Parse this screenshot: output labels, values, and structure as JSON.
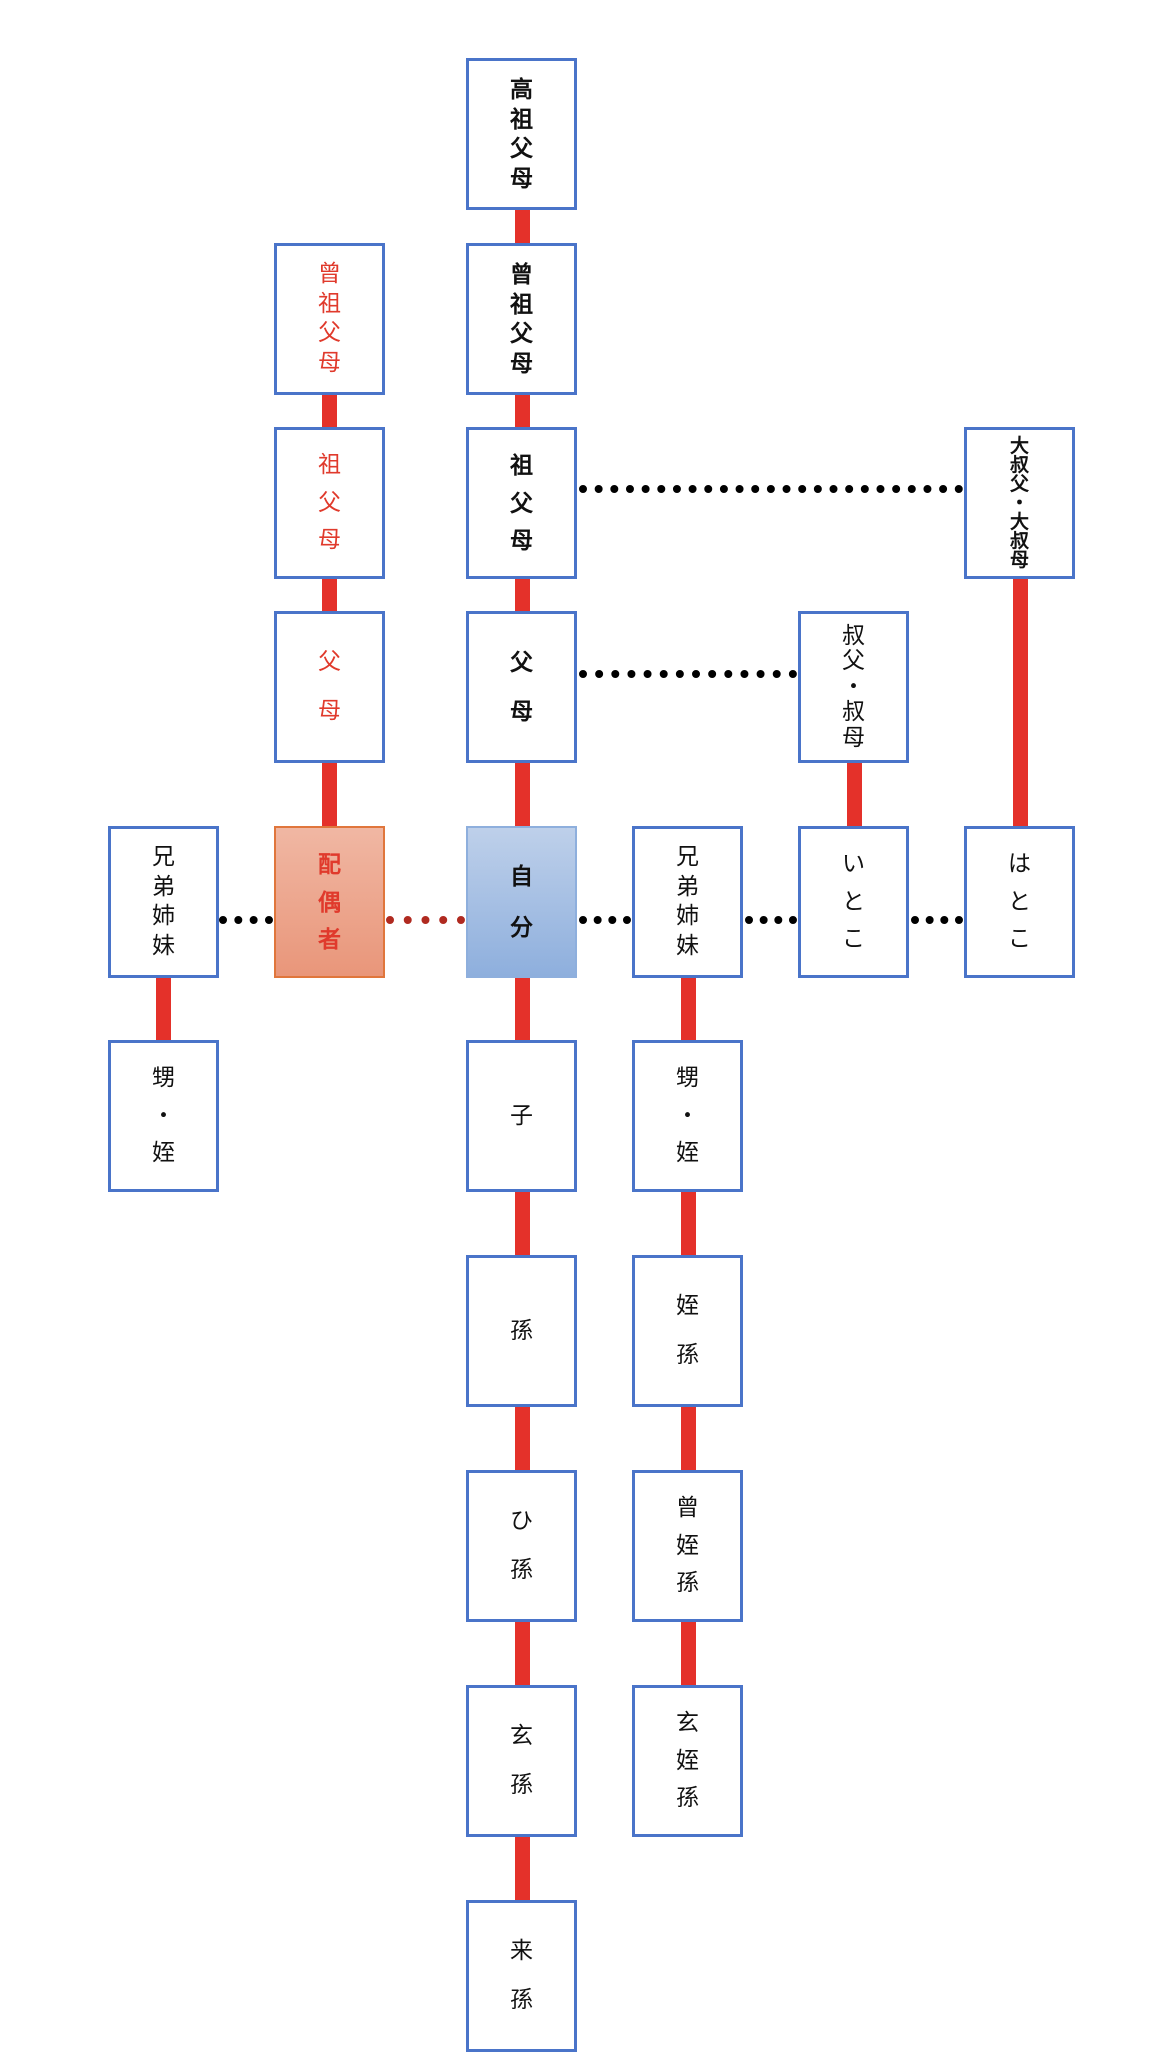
{
  "colors": {
    "box_border": "#4a74c9",
    "link_line": "#e4312a",
    "dotted_link": "#000000",
    "spouse_dotted_link": "#b02a20",
    "spouse_fill": "#e9967a",
    "self_fill": "#8eafdd",
    "red_text": "#e03a2c"
  },
  "nodes": {
    "great_great_grandparents": [
      "高",
      "祖",
      "父",
      "母"
    ],
    "great_grandparents": [
      "曾",
      "祖",
      "父",
      "母"
    ],
    "grandparents": [
      "祖",
      "父",
      "母"
    ],
    "parents": [
      "父",
      "母"
    ],
    "self": [
      "自",
      "分"
    ],
    "child": [
      "子"
    ],
    "grandchild": [
      "孫"
    ],
    "great_grandchild": [
      "ひ",
      "孫"
    ],
    "great_great_grandchild": [
      "玄",
      "孫"
    ],
    "great_great_great_grandchild": [
      "来",
      "孫"
    ],
    "spouse_great_grandparents": [
      "曾",
      "祖",
      "父",
      "母"
    ],
    "spouse_grandparents": [
      "祖",
      "父",
      "母"
    ],
    "spouse_parents": [
      "父",
      "母"
    ],
    "spouse": [
      "配",
      "偶",
      "者"
    ],
    "spouse_siblings": [
      "兄",
      "弟",
      "姉",
      "妹"
    ],
    "spouse_nephew_niece": [
      "甥",
      "・",
      "姪"
    ],
    "siblings": [
      "兄",
      "弟",
      "姉",
      "妹"
    ],
    "nephew_niece": [
      "甥",
      "・",
      "姪"
    ],
    "grandnephew": [
      "姪",
      "孫"
    ],
    "great_grandnephew": [
      "曾",
      "姪",
      "孫"
    ],
    "great_great_grandnephew": [
      "玄",
      "姪",
      "孫"
    ],
    "uncle_aunt": [
      "叔",
      "父",
      "・",
      "叔",
      "母"
    ],
    "cousin": [
      "い",
      "と",
      "こ"
    ],
    "great_uncle_aunt": [
      "大",
      "叔",
      "父",
      "・",
      "大",
      "叔",
      "母"
    ],
    "second_cousin": [
      "は",
      "と",
      "こ"
    ]
  }
}
